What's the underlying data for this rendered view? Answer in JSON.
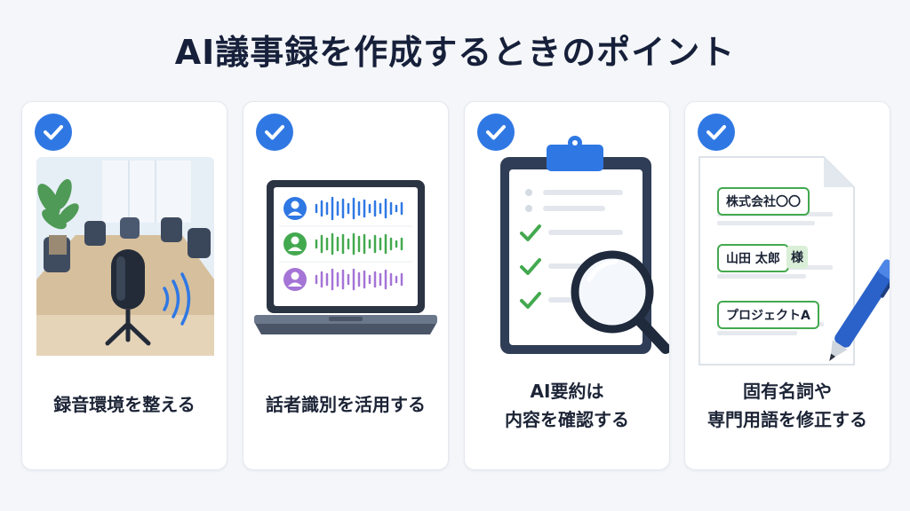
{
  "title": "AI議事録を作成するときのポイント",
  "accent_color": "#2f78e4",
  "tag_color": "#43a94f",
  "cards": [
    {
      "icon": "microphone-icon",
      "caption_lines": [
        "録音環境を整える"
      ]
    },
    {
      "icon": "laptop-speakers-icon",
      "caption_lines": [
        "話者識別を活用する"
      ]
    },
    {
      "icon": "clipboard-magnifier-icon",
      "caption_lines": [
        "AI要約は",
        "内容を確認する"
      ]
    },
    {
      "icon": "document-pen-icon",
      "caption_lines": [
        "固有名詞や",
        "専門用語を修正する"
      ],
      "tags": [
        "株式会社〇〇",
        "山田 太郎",
        "プロジェクトA"
      ],
      "name_suffix": "様"
    }
  ]
}
